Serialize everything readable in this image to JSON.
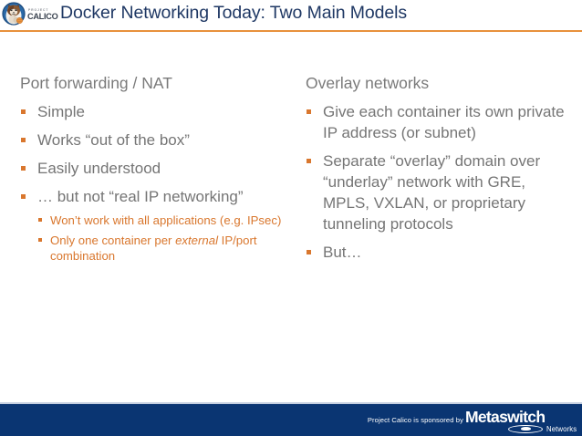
{
  "header": {
    "title": "Docker Networking Today: Two Main Models",
    "logo": {
      "project_word": "PROJECT",
      "name_word": "CALICO",
      "badge_icon": "calico-cat-badge-icon"
    },
    "accent_color": "#e8913c",
    "title_color": "#1f3864"
  },
  "content": {
    "columns": [
      {
        "heading": "Port forwarding / NAT",
        "bullets": [
          {
            "text": "Simple"
          },
          {
            "text": "Works “out of the box”"
          },
          {
            "text": "Easily understood"
          },
          {
            "text": "… but not “real IP networking”",
            "subbullets": [
              {
                "text": "Won’t work with all applications (e.g. IPsec)"
              },
              {
                "text_before": "Only one container per ",
                "emphasis": "external",
                "text_after": " IP/port combination"
              }
            ]
          }
        ]
      },
      {
        "heading": "Overlay networks",
        "bullets": [
          {
            "text": "Give each container its own private IP address (or subnet)"
          },
          {
            "text": "Separate “overlay” domain over “underlay” network with GRE, MPLS, VXLAN, or proprietary tunneling protocols"
          },
          {
            "text": "But…"
          }
        ]
      }
    ],
    "bullet_color": "#d9772e",
    "body_text_color": "#757575",
    "subbullet_text_color": "#d9772e"
  },
  "footer": {
    "sponsor_text": "Project Calico is sponsored by",
    "brand_name": "Metaswitch",
    "brand_suffix": "Networks",
    "background_color": "#0a3572"
  }
}
